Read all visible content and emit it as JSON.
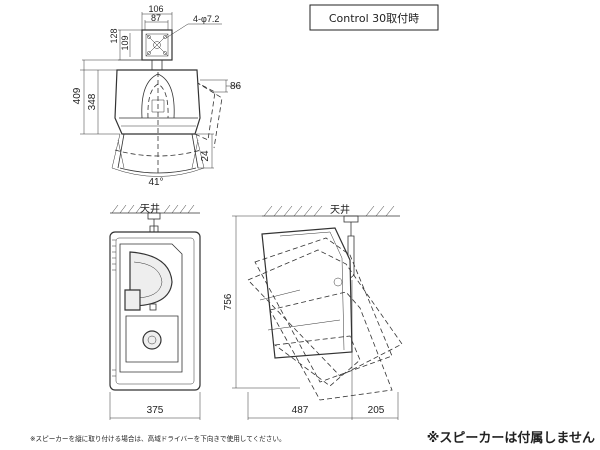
{
  "title_box": "Control 30取付時",
  "top_view": {
    "dims": {
      "w106": "106",
      "w87": "87",
      "h128": "128",
      "h109": "109",
      "hole": "4-φ7.2"
    }
  },
  "side_view": {
    "dims": {
      "h409": "409",
      "h348": "348",
      "d86": "86",
      "d24": "24",
      "angle": "41°"
    }
  },
  "front_view": {
    "ceiling": "天井",
    "width": "375"
  },
  "tilt_view": {
    "ceiling": "天井",
    "height": "756",
    "depth487": "487",
    "depth205": "205"
  },
  "footnote_left": "※スピーカーを縦に取り付ける場合は、高域ドライバーを下向きで使用してください。",
  "footnote_right": "※スピーカーは付属しません"
}
